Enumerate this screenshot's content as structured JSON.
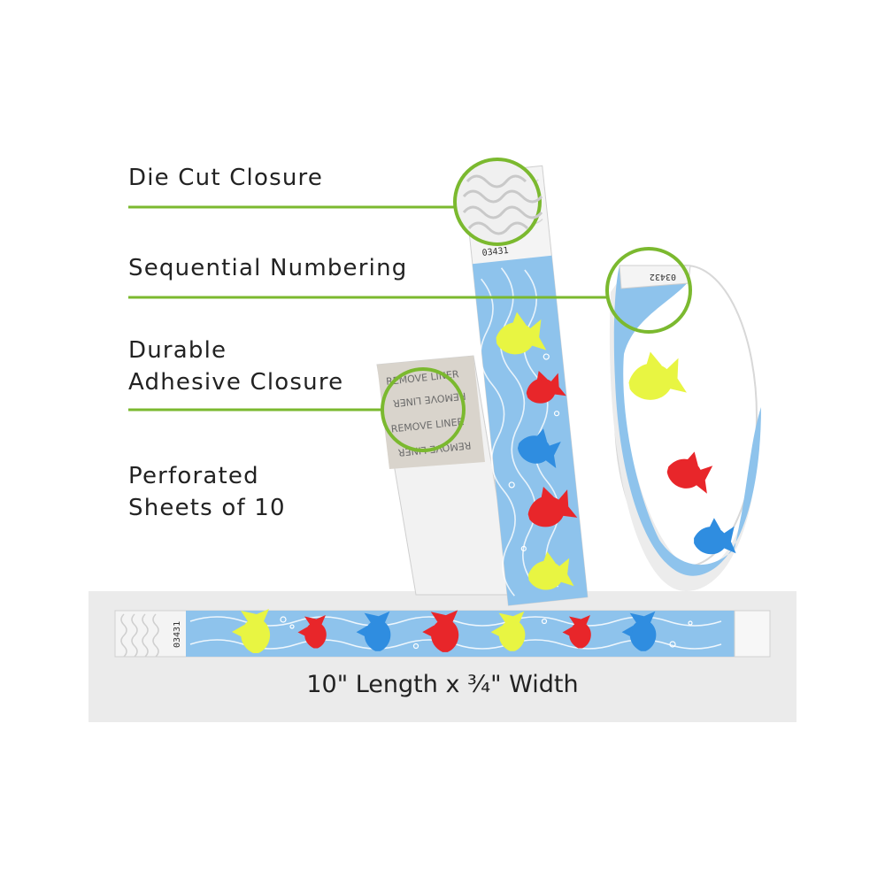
{
  "features": [
    {
      "label": "Die Cut Closure"
    },
    {
      "label": "Sequential Numbering"
    },
    {
      "label_line1": "Durable",
      "label_line2": "Adhesive Closure"
    },
    {
      "label_line1": "Perforated",
      "label_line2": "Sheets of 10"
    }
  ],
  "vertical_band_number": "03431",
  "roll_band_number": "03432",
  "flat_band_number": "03431",
  "liner_text": "REMOVE LINER",
  "dimension_caption": "10\" Length x ¾\" Width",
  "colors": {
    "accent_green": "#7bb92f",
    "band_blue": "#8ec3ec",
    "fish_yellow": "#e8f542",
    "fish_red": "#e8262a",
    "fish_blue": "#2f8de0",
    "panel_gray": "#ebebeb"
  },
  "icons": [
    "wave-fish-pattern",
    "magnifier-circle"
  ]
}
